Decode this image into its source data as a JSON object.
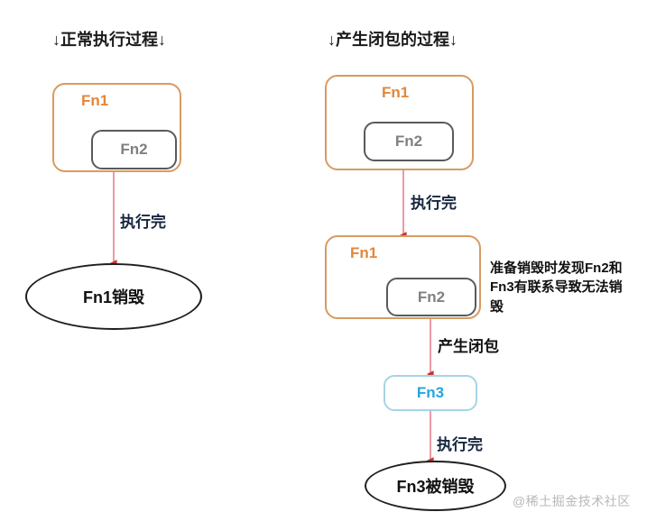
{
  "page": {
    "watermark": "@稀土掘金技术社区",
    "colors": {
      "fn1_border": "#d79b62",
      "fn1_text": "#e2873a",
      "fn2_border": "#5a5a5a",
      "fn2_text": "#808080",
      "fn3_border": "#a5d4e6",
      "fn3_text": "#27a5dc",
      "arrow_line": "#e8818f",
      "arrow_head": "#c0392b",
      "ellipse_border": "#1f1f1f",
      "label_text": "#16263f",
      "background": "#ffffff"
    }
  },
  "columns": [
    {
      "title": "↓正常执行过程↓",
      "nodes": {
        "fn1": "Fn1",
        "fn2": "Fn2",
        "terminal": "Fn1销毁"
      },
      "edges": [
        {
          "label": "执行完"
        }
      ]
    },
    {
      "title": "↓产生闭包的过程↓",
      "nodes": {
        "fn1_first": "Fn1",
        "fn2_first": "Fn2",
        "fn1_second": "Fn1",
        "fn2_second": "Fn2",
        "fn3": "Fn3",
        "terminal": "Fn3被销毁"
      },
      "edges": [
        {
          "label": "执行完"
        },
        {
          "label": "产生闭包"
        },
        {
          "label": "执行完"
        }
      ],
      "annotation": "准备销毁时发现Fn2和Fn3有联系导致无法销毁"
    }
  ]
}
